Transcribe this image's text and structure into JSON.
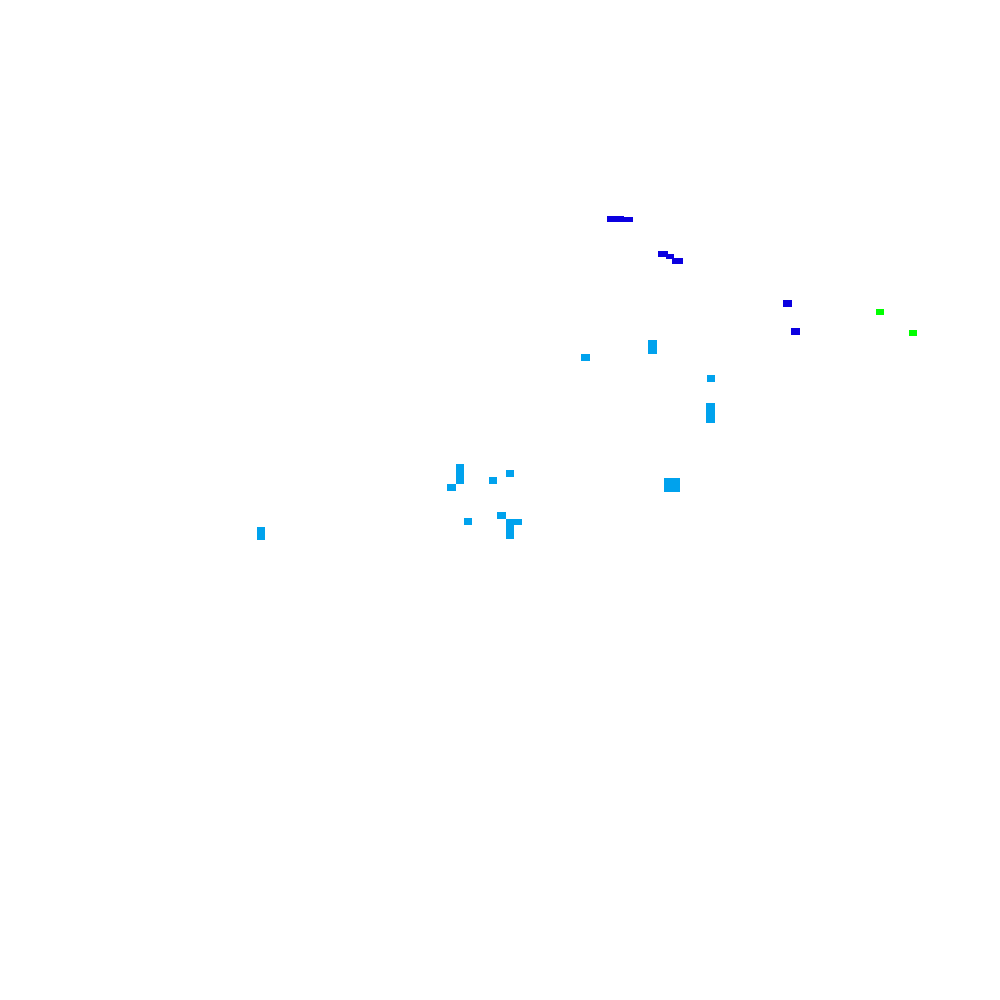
{
  "colors": {
    "background": "#ffffff",
    "dark_blue": "#0b00e0",
    "light_blue": "#00a2ed",
    "green": "#00ff00"
  },
  "marks": [
    {
      "id": "dark-blue-stroke-1",
      "color": "dark_blue"
    },
    {
      "id": "dark-blue-stroke-2",
      "color": "dark_blue"
    },
    {
      "id": "dark-blue-dot-1",
      "color": "dark_blue"
    },
    {
      "id": "dark-blue-dot-2",
      "color": "dark_blue"
    },
    {
      "id": "green-dot-1",
      "color": "green"
    },
    {
      "id": "green-dot-2",
      "color": "green"
    },
    {
      "id": "light-blue-dot-1",
      "color": "light_blue"
    },
    {
      "id": "light-blue-bar-1",
      "color": "light_blue"
    },
    {
      "id": "light-blue-dot-2",
      "color": "light_blue"
    },
    {
      "id": "light-blue-bar-2",
      "color": "light_blue"
    },
    {
      "id": "light-blue-bar-3",
      "color": "light_blue"
    },
    {
      "id": "light-blue-dot-3",
      "color": "light_blue"
    },
    {
      "id": "light-blue-dot-4",
      "color": "light_blue"
    },
    {
      "id": "light-blue-dot-5",
      "color": "light_blue"
    },
    {
      "id": "light-blue-square",
      "color": "light_blue"
    },
    {
      "id": "light-blue-dot-6",
      "color": "light_blue"
    },
    {
      "id": "light-blue-dot-7",
      "color": "light_blue"
    },
    {
      "id": "light-blue-l-shape",
      "color": "light_blue"
    },
    {
      "id": "light-blue-bar-4",
      "color": "light_blue"
    }
  ]
}
